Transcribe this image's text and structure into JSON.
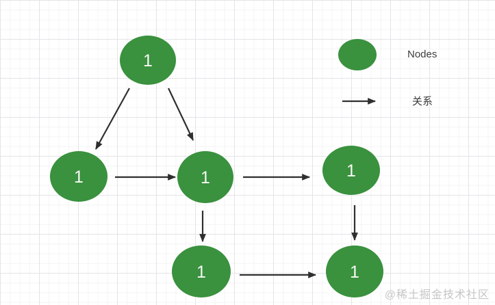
{
  "diagram": {
    "nodes": [
      {
        "id": "top",
        "label": "1"
      },
      {
        "id": "mid-left",
        "label": "1"
      },
      {
        "id": "mid-center",
        "label": "1"
      },
      {
        "id": "mid-right",
        "label": "1"
      },
      {
        "id": "bottom-left",
        "label": "1"
      },
      {
        "id": "bottom-right",
        "label": "1"
      }
    ],
    "relations": [
      {
        "from": "top",
        "to": "mid-left"
      },
      {
        "from": "top",
        "to": "mid-center"
      },
      {
        "from": "mid-left",
        "to": "mid-center"
      },
      {
        "from": "mid-center",
        "to": "mid-right"
      },
      {
        "from": "mid-center",
        "to": "bottom-left"
      },
      {
        "from": "mid-right",
        "to": "bottom-right"
      },
      {
        "from": "bottom-left",
        "to": "bottom-right"
      }
    ]
  },
  "legend": {
    "nodes_label": "Nodes",
    "relation_label": "关系"
  },
  "watermark": "@稀土掘金技术社区",
  "colors": {
    "node_fill": "#3a913e",
    "node_label": "#f6faf6",
    "edge": "#2f2f2f",
    "legend_text": "#3c3c3c",
    "watermark": "#c6c6c6",
    "grid_minor": "#f4f4f6",
    "grid_major": "#e4e4e8"
  }
}
